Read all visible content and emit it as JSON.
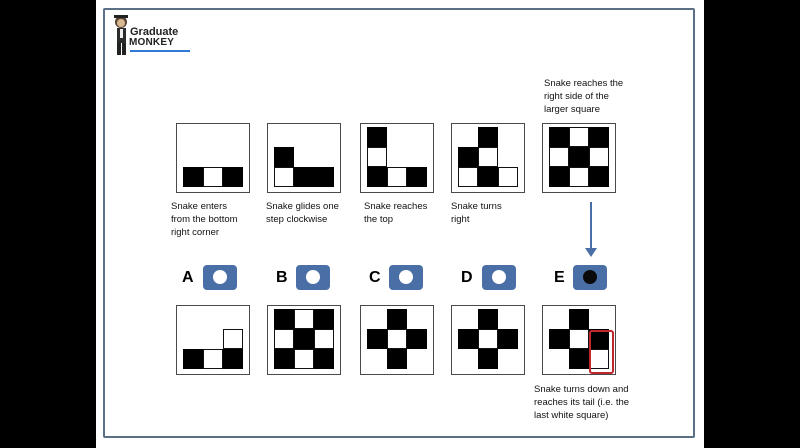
{
  "logo": {
    "line1": "Graduate",
    "line2": "MONKEY",
    "accent": "#2e7bd6"
  },
  "top_captions": [
    "Snake enters\nfrom the bottom\nright corner",
    "Snake glides one\nstep clockwise",
    "Snake reaches\nthe top",
    "Snake turns\nright"
  ],
  "top_right_caption": "Snake reaches the\nright side of the\nlarger square",
  "bottom_caption": "Snake turns down and\nreaches its tail (i.e. the\nlast white square)",
  "options": [
    {
      "letter": "A",
      "selected": false
    },
    {
      "letter": "B",
      "selected": false
    },
    {
      "letter": "C",
      "selected": false
    },
    {
      "letter": "D",
      "selected": false
    },
    {
      "letter": "E",
      "selected": true
    }
  ],
  "colors": {
    "option_button": "#4a6fa6",
    "arrow": "#4a6fa6",
    "highlight": "#c0262b"
  },
  "legend": "b = black square, w = white square, - = empty; rows top to bottom",
  "top_grids": [
    [
      "---",
      "---",
      "bwb"
    ],
    [
      "---",
      "b--",
      "wbb"
    ],
    [
      "b--",
      "w--",
      "bwb"
    ],
    [
      "-b-",
      "bw-",
      "wbw"
    ],
    [
      "bwb",
      "wbw",
      "bwb"
    ]
  ],
  "bottom_grids": [
    [
      "---",
      "--w",
      "bwb"
    ],
    [
      "bwb",
      "wbw",
      "bwb"
    ],
    [
      "-b-",
      "bwb",
      "-b-"
    ],
    [
      "-b-",
      "bwb",
      "-b-"
    ],
    [
      "-b-",
      "bwb",
      "-bw"
    ]
  ]
}
